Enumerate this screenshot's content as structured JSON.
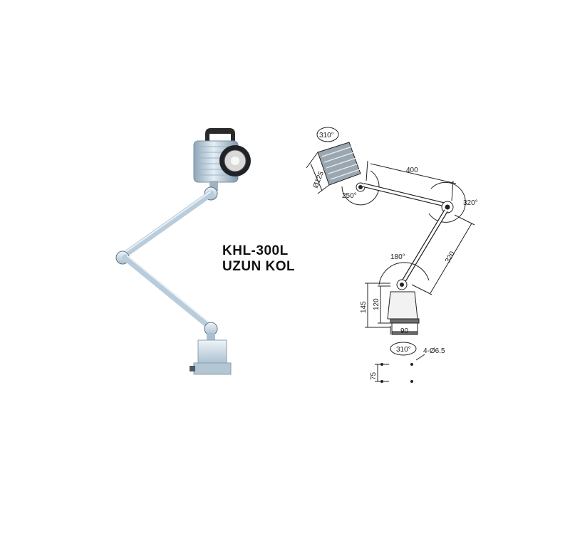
{
  "product": {
    "model": "KHL-300L",
    "subtitle": "UZUN KOL"
  },
  "drawing": {
    "head_rotation": "310°",
    "head_diameter": "Ø125",
    "head_tilt": "250°",
    "upper_arm_length": "400",
    "elbow_rotation": "320°",
    "lower_arm_length": "320",
    "base_rotation_top": "180°",
    "base_height_total": "145",
    "base_height_body": "120",
    "base_width": "90",
    "base_swivel": "310°",
    "mount_holes": "4-Ø6.5",
    "mount_spacing": "75"
  },
  "colors": {
    "lamp_metal": "#c9d9e6",
    "lamp_shadow": "#7f98ab",
    "line": "#222222"
  }
}
